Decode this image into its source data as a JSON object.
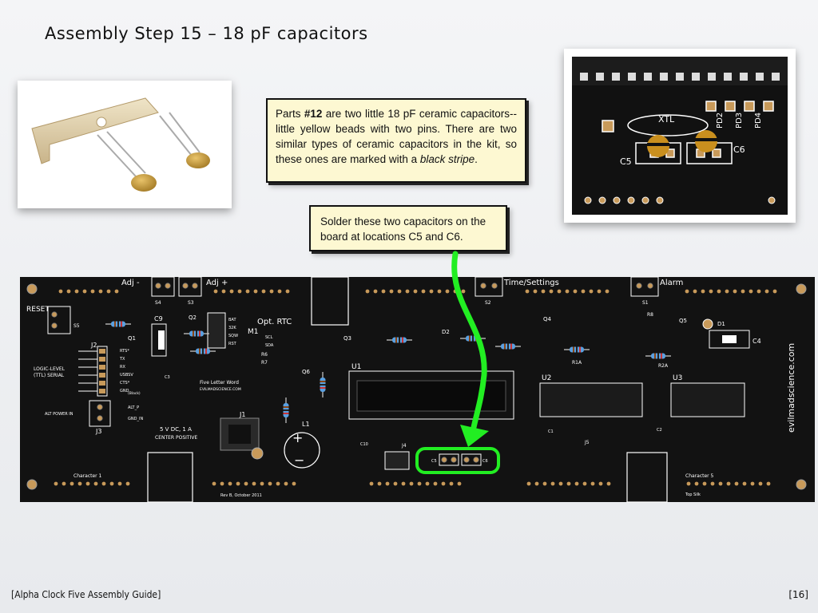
{
  "slide": {
    "title": "Assembly Step 15 – 18 pF capacitors",
    "footer_left": "[Alpha Clock Five Assembly Guide]",
    "page_number": "[16]"
  },
  "callouts": {
    "parts": {
      "text_before": "Parts ",
      "part_number": "#12",
      "text_middle": " are two little 18 pF ceramic capacitors-- little yellow beads with two pins. There are two similar types of ceramic capacitors in the kit, so these ones are marked with a ",
      "emphasis": "black stripe",
      "text_after": "."
    },
    "solder": {
      "text": "Solder these two capacitors on the board at locations C5 and C6."
    }
  },
  "closeup_labels": {
    "xtl": "XTL",
    "pd2": "PD2",
    "pd3": "PD3",
    "pd4": "PD4",
    "c5": "C5",
    "c6": "C6"
  },
  "board_labels": {
    "adj_minus": "Adj -",
    "adj_plus": "Adj +",
    "time_settings": "Time/Settings",
    "alarm": "Alarm",
    "reset": "RESET",
    "s4": "S4",
    "s3": "S3",
    "s2": "S2",
    "s1": "S1",
    "s5": "S5",
    "opt_rtc": "Opt. RTC",
    "m1": "M1",
    "j2": "J2",
    "c9": "C9",
    "q1": "Q1",
    "q2": "Q2",
    "q3": "Q3",
    "q4": "Q4",
    "q5": "Q5",
    "q6": "Q6",
    "d1": "D1",
    "d2": "D2",
    "c4": "C4",
    "u1": "U1",
    "u2": "U2",
    "u3": "U3",
    "r1a": "R1A",
    "r2a": "R2A",
    "r6": "R6",
    "r7": "R7",
    "r8": "R8",
    "logic_level": "LOGIC-LEVEL",
    "ttl_serial": "(TTL) SERIAL",
    "alt_power": "ALT POWER IN",
    "j3": "J3",
    "j1": "J1",
    "j4": "J4",
    "j5": "J5",
    "l1": "L1",
    "c10": "C10",
    "c1": "C1",
    "c2": "C2",
    "c3": "C3",
    "c5": "C5",
    "c6": "C6",
    "power_spec": "5 V DC, 1 A",
    "center_positive": "CENTER POSITIVE",
    "five_letter_word": "Five Letter Word",
    "evilmad_small": "EVILMADSCIENCE.COM",
    "character1": "Character 1",
    "character5": "Character 5",
    "rev": "Rev B, October 2011",
    "top_silk": "Top Silk",
    "site": "evilmadscience.com",
    "pins": [
      "RTS*",
      "TX",
      "RX",
      "USBSV",
      "CTS*",
      "GND"
    ],
    "gnd_black": "(Black)",
    "rtc_pins": [
      "BAT",
      "32K",
      "SQW",
      "RST"
    ],
    "scl": "SCL",
    "sda": "SDA",
    "alt_p": "ALT_P",
    "gnd_in": "GND_IN"
  },
  "colors": {
    "callout_bg": "#fdf8d2",
    "pcb": "#121212",
    "highlight": "#22ee22",
    "pad": "#c89a5a"
  }
}
